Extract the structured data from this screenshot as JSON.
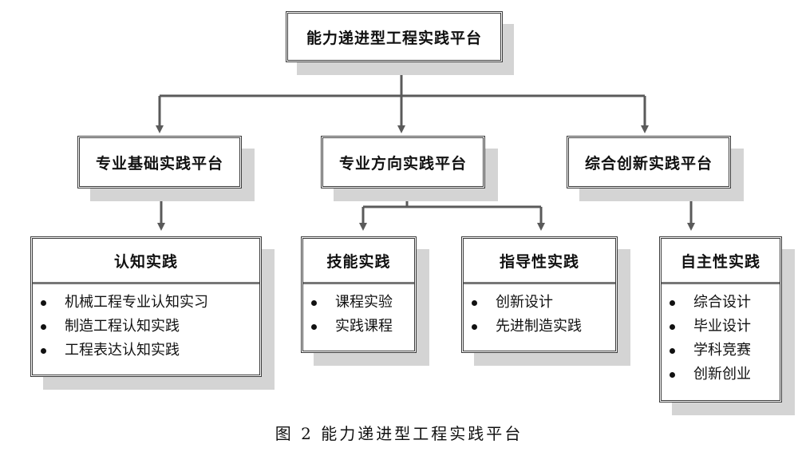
{
  "top": {
    "title": "能力递进型工程实践平台"
  },
  "platforms": [
    {
      "title": "专业基础实践平台"
    },
    {
      "title": "专业方向实践平台"
    },
    {
      "title": "综合创新实践平台"
    }
  ],
  "cards": [
    {
      "title": "认知实践",
      "items": [
        "机械工程专业认知实习",
        "制造工程认知实践",
        "工程表达认知实践"
      ]
    },
    {
      "title": "技能实践",
      "items": [
        "课程实验",
        "实践课程"
      ]
    },
    {
      "title": "指导性实践",
      "items": [
        "创新设计",
        "先进制造实践"
      ]
    },
    {
      "title": "自主性实践",
      "items": [
        "综合设计",
        "毕业设计",
        "学科竞赛",
        "创新创业"
      ]
    }
  ],
  "caption": "图 2  能力递进型工程实践平台",
  "colors": {
    "line": "#5a5a5a",
    "shadow": "#d4d4d4",
    "border": "#3a3a3a"
  }
}
